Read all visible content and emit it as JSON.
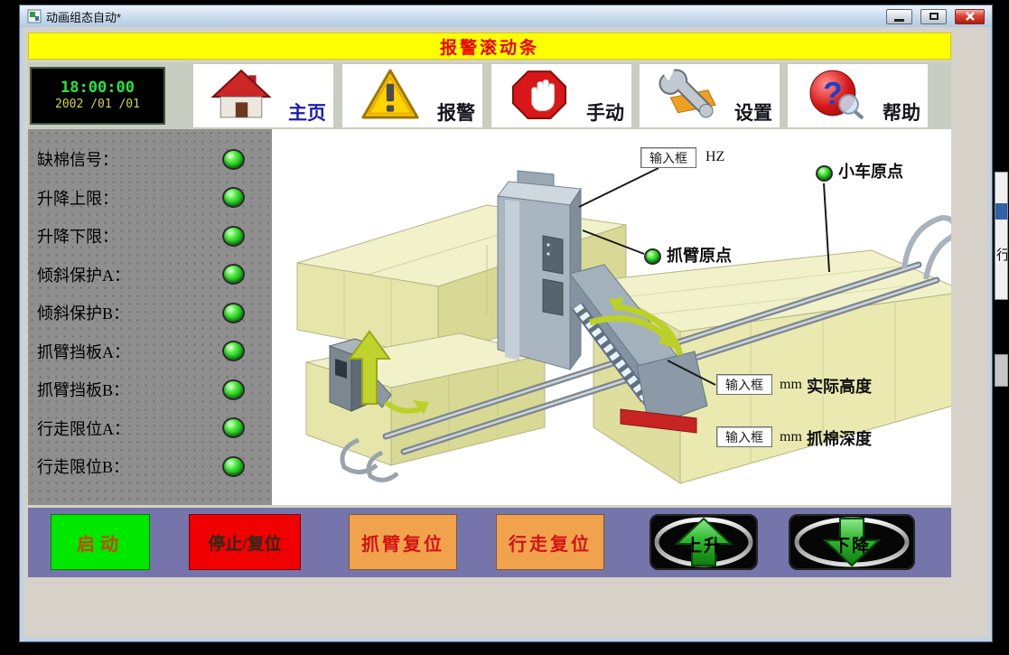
{
  "window": {
    "title": "动画组态自动*"
  },
  "background": {
    "fragment_text": "行"
  },
  "alarm_banner": {
    "text": "报警滚动条",
    "bg": "#ffff00",
    "fg": "#ee0000"
  },
  "toolbar": {
    "clock": {
      "time": "18:00:00",
      "date": "2002 /01 /01"
    },
    "buttons": [
      {
        "id": "home",
        "label": "主页",
        "color": "#1c1cb0"
      },
      {
        "id": "alarm",
        "label": "报警",
        "color": "#14141c"
      },
      {
        "id": "manual",
        "label": "手动",
        "color": "#14141c"
      },
      {
        "id": "settings",
        "label": "设置",
        "color": "#14141c"
      },
      {
        "id": "help",
        "label": "帮助",
        "color": "#14141c",
        "glyph": "?"
      }
    ]
  },
  "status_panel": {
    "led_on_color": "#2ecc2e",
    "items": [
      {
        "label": "缺棉信号：",
        "state": "on"
      },
      {
        "label": "升降上限：",
        "state": "on"
      },
      {
        "label": "升降下限：",
        "state": "on"
      },
      {
        "label": "倾斜保护A：",
        "state": "on"
      },
      {
        "label": "倾斜保护B：",
        "state": "on"
      },
      {
        "label": "抓臂挡板A：",
        "state": "on"
      },
      {
        "label": "抓臂挡板B：",
        "state": "on"
      },
      {
        "label": "行走限位A：",
        "state": "on"
      },
      {
        "label": "行走限位B：",
        "state": "on"
      }
    ]
  },
  "diagram": {
    "frequency_input": {
      "placeholder": "输入框",
      "unit": "HZ"
    },
    "cart_origin": {
      "label": "小车原点",
      "state": "on"
    },
    "arm_origin": {
      "label": "抓臂原点",
      "state": "on"
    },
    "actual_height_input": {
      "placeholder": "输入框",
      "unit": "mm",
      "label": "实际高度"
    },
    "grab_depth_input": {
      "placeholder": "输入框",
      "unit": "mm",
      "label": "抓棉深度"
    }
  },
  "control_bar": {
    "buttons": [
      {
        "id": "start",
        "label": "启动",
        "bg": "#00e800",
        "fg": "#c84800"
      },
      {
        "id": "stop_reset",
        "label": "停止/复位",
        "bg": "#f00000",
        "fg": "#2a2a18"
      },
      {
        "id": "arm_reset",
        "label": "抓臂复位",
        "bg": "#f0a24c",
        "fg": "#d41414"
      },
      {
        "id": "travel_reset",
        "label": "行走复位",
        "bg": "#f0a24c",
        "fg": "#d41414"
      },
      {
        "id": "up",
        "label": "上升"
      },
      {
        "id": "down",
        "label": "下降"
      }
    ]
  }
}
